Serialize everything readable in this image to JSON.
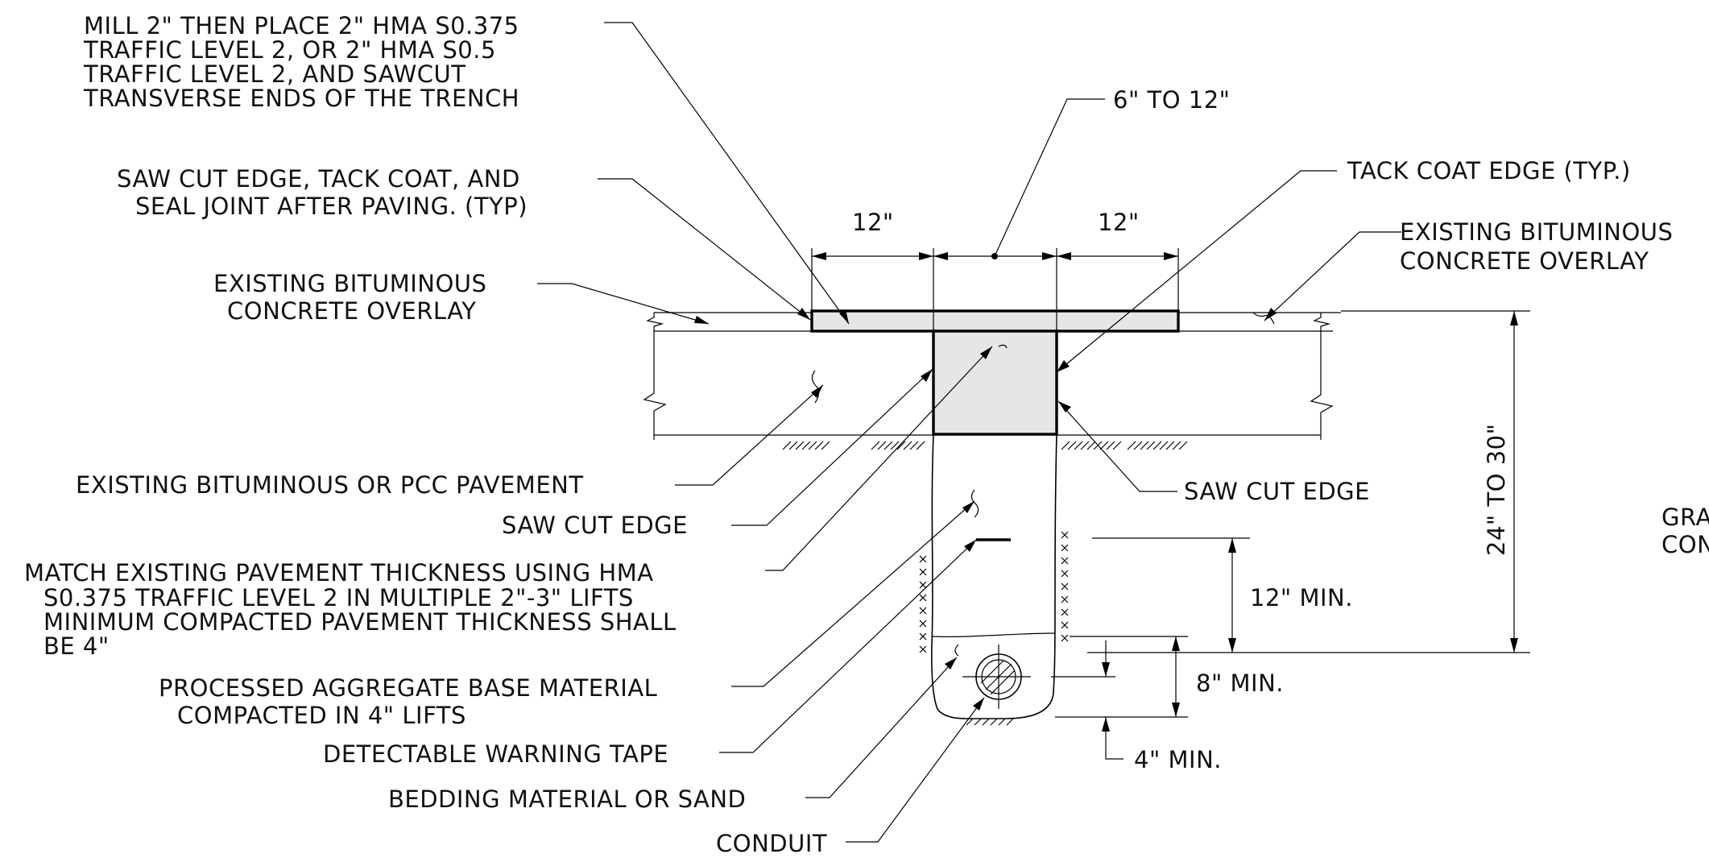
{
  "callouts": {
    "mill": [
      "MILL 2\" THEN PLACE 2\" HMA S0.375",
      "TRAFFIC LEVEL 2, OR 2\" HMA S0.5",
      "TRAFFIC LEVEL 2, AND SAWCUT",
      "TRANSVERSE ENDS OF THE TRENCH"
    ],
    "saw_cut_tack": [
      "SAW CUT EDGE, TACK COAT, AND",
      "SEAL JOINT AFTER PAVING. (TYP)"
    ],
    "existing_overlay_left": [
      "EXISTING BITUMINOUS",
      "CONCRETE OVERLAY"
    ],
    "existing_overlay_right": [
      "EXISTING BITUMINOUS",
      "CONCRETE OVERLAY"
    ],
    "tack_coat_edge": "TACK COAT EDGE (TYP.)",
    "existing_pavement": "EXISTING BITUMINOUS OR PCC PAVEMENT",
    "saw_cut_edge_left": "SAW CUT EDGE",
    "saw_cut_edge_right": "SAW CUT EDGE",
    "match_existing": [
      "MATCH EXISTING PAVEMENT THICKNESS USING HMA",
      "S0.375 TRAFFIC LEVEL 2 IN MULTIPLE 2\"-3\" LIFTS",
      "MINIMUM COMPACTED PAVEMENT THICKNESS SHALL",
      "BE 4\""
    ],
    "aggregate_base": [
      "PROCESSED AGGREGATE BASE MATERIAL",
      "COMPACTED IN 4\" LIFTS"
    ],
    "warning_tape": "DETECTABLE WARNING TAPE",
    "bedding": "BEDDING MATERIAL OR SAND",
    "conduit": "CONDUIT",
    "cut_off_right": [
      "GRA",
      "CON"
    ]
  },
  "dimensions": {
    "trench_width": "6\" TO 12\"",
    "left_overlap": "12\"",
    "right_overlap": "12\"",
    "depth": "24\" TO 30\"",
    "min_12": "12\" MIN.",
    "min_8": "8\" MIN.",
    "min_4": "4\" MIN."
  }
}
